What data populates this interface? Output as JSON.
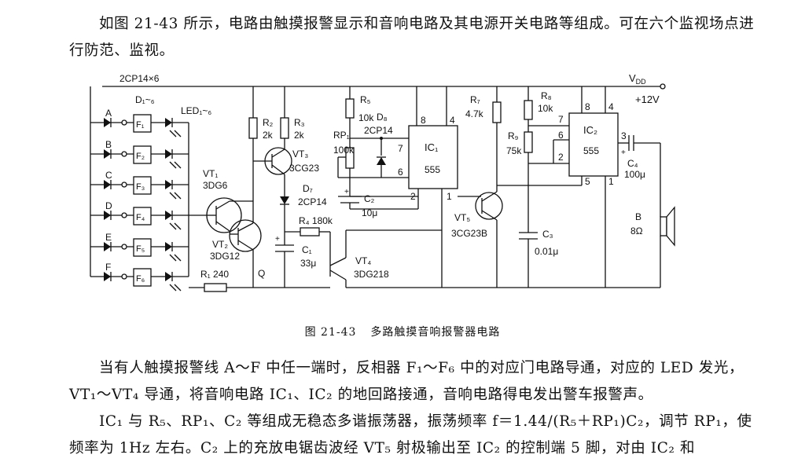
{
  "paragraphs": {
    "p1": "如图 21-43 所示，电路由触摸报警显示和音响电路及其电源开关电路等组成。可在六个监视场点进行防范、监视。",
    "p2": "当有人触摸报警线 A～F 中任一端时，反相器 F₁～F₆ 中的对应门电路导通，对应的 LED 发光，VT₁～VT₄ 导通，将音响电路 IC₁、IC₂ 的地回路接通，音响电路得电发出警车报警声。",
    "p3": "IC₁ 与 R₅、RP₁、C₂ 等组成无稳态多谐振荡器，振荡频率 f＝1.44/(R₅＋RP₁)C₂，调节 RP₁，使频率为 1Hz 左右。C₂ 上的充放电锯齿波经 VT₅ 射极输出至 IC₂ 的控制端 5 脚，对由 IC₂ 和"
  },
  "caption": {
    "number": "图 21-43",
    "title": "多路触摸音响报警器电路"
  },
  "circuit": {
    "diodes_top": "2CP14×6",
    "diode_ref": "D₁~₆",
    "led_ref": "LED₁~₆",
    "inputs": [
      "A",
      "B",
      "C",
      "D",
      "E",
      "F"
    ],
    "gates": [
      "F₁",
      "F₂",
      "F₃",
      "F₄",
      "F₅",
      "F₆"
    ],
    "vdd": "V",
    "vdd_sub": "DD",
    "vplus": "+12V",
    "r1": "R₁ 240",
    "r2_ref": "R₂",
    "r2_val": "2k",
    "r3_ref": "R₃",
    "r3_val": "2k",
    "vt3_ref": "VT₃",
    "vt3_type": "3CG23",
    "vt1_ref": "VT₁",
    "vt1_type": "3DG6",
    "vt2_ref": "VT₂",
    "vt2_type": "3DG12",
    "q_label": "Q",
    "d7_ref": "D₇",
    "d7_type": "2CP14",
    "r4": "R₄ 180k",
    "c1_ref": "C₁",
    "c1_val": "33μ",
    "vt4_ref": "VT₄",
    "vt4_type": "3DG218",
    "r5_ref": "R₅",
    "r5_val": "10k",
    "d8_ref": "D₈",
    "d8_type": "2CP14",
    "rp1_ref": "RP₁",
    "rp1_val": "100k",
    "ic1_ref": "IC₁",
    "ic1_type": "555",
    "c2_ref": "C₂",
    "c2_val": "10μ",
    "r7_ref": "R₇",
    "r7_val": "4.7k",
    "r8_ref": "R₈",
    "r8_val": "10k",
    "r9_ref": "R₉",
    "r9_val": "75k",
    "vt5_ref": "VT₅",
    "vt5_type": "3CG23B",
    "c3_ref": "C₃",
    "c3_val": "0.01μ",
    "ic2_ref": "IC₂",
    "ic2_type": "555",
    "c4_ref": "C₄",
    "c4_val": "100μ",
    "speaker_ref": "B",
    "speaker_val": "8Ω",
    "pins": {
      "p8": "8",
      "p4": "4",
      "p7": "7",
      "p6": "6",
      "p2": "2",
      "p1": "1",
      "p3": "3",
      "p5": "5"
    },
    "plus": "+"
  }
}
